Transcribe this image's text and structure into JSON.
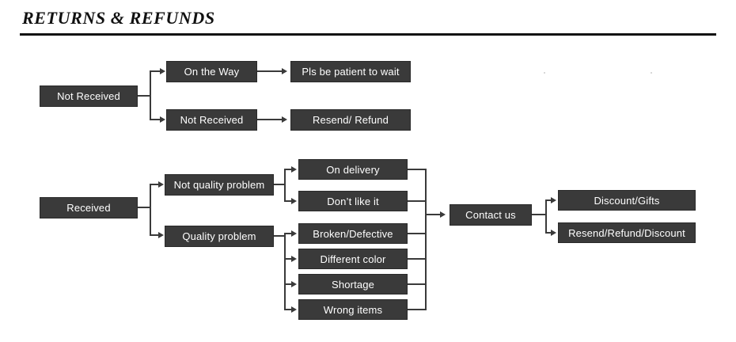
{
  "header": {
    "title": "RETURNS & REFUNDS"
  },
  "diagram": {
    "type": "flowchart",
    "branches": [
      {
        "id": "not-received",
        "root": "Not Received",
        "steps": [
          {
            "status": "On the Way",
            "action": "Pls be patient to wait"
          },
          {
            "status": "Not Received",
            "action": "Resend/ Refund"
          }
        ]
      },
      {
        "id": "received",
        "root": "Received",
        "categories": [
          {
            "label": "Not quality problem",
            "reasons": [
              "On delivery",
              "Don’t like it"
            ]
          },
          {
            "label": "Quality problem",
            "reasons": [
              "Broken/Defective",
              "Different color",
              "Shortage",
              "Wrong items"
            ]
          }
        ],
        "hub": "Contact us",
        "outcomes": [
          "Discount/Gifts",
          "Resend/Refund/Discount"
        ]
      }
    ],
    "colors": {
      "node_fill": "#3a3a3a",
      "node_text": "#ffffff",
      "connector": "#3a3a3a",
      "background": "#ffffff",
      "title_text": "#111111"
    }
  }
}
